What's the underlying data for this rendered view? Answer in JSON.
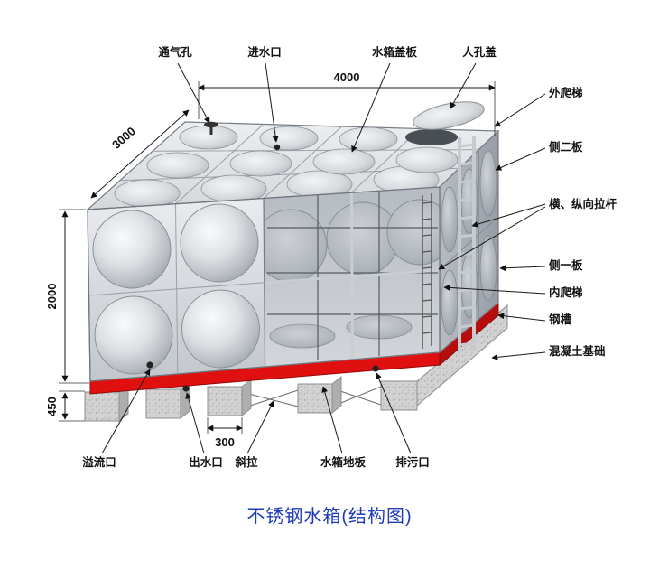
{
  "title": "不锈钢水箱(结构图)",
  "dims": {
    "width": "4000",
    "depth": "3000",
    "height": "2000",
    "base": "450",
    "beam": "300"
  },
  "labels": {
    "top": [
      "通气孔",
      "进水口",
      "水箱盖板",
      "人孔盖"
    ],
    "right": [
      "外爬梯",
      "侧二板",
      "横、纵向拉杆",
      "侧一板",
      "内爬梯",
      "钢槽",
      "混凝土基础"
    ],
    "bottom": [
      "溢流口",
      "出水口",
      "斜拉",
      "水箱地板",
      "排污口"
    ]
  },
  "colors": {
    "title_blue": "#1e3db8",
    "frame_red": "#e01010",
    "panel_steel": "#c9cdd2",
    "concrete_gray": "#d2d2d2",
    "line_black": "#1a1a1a"
  }
}
